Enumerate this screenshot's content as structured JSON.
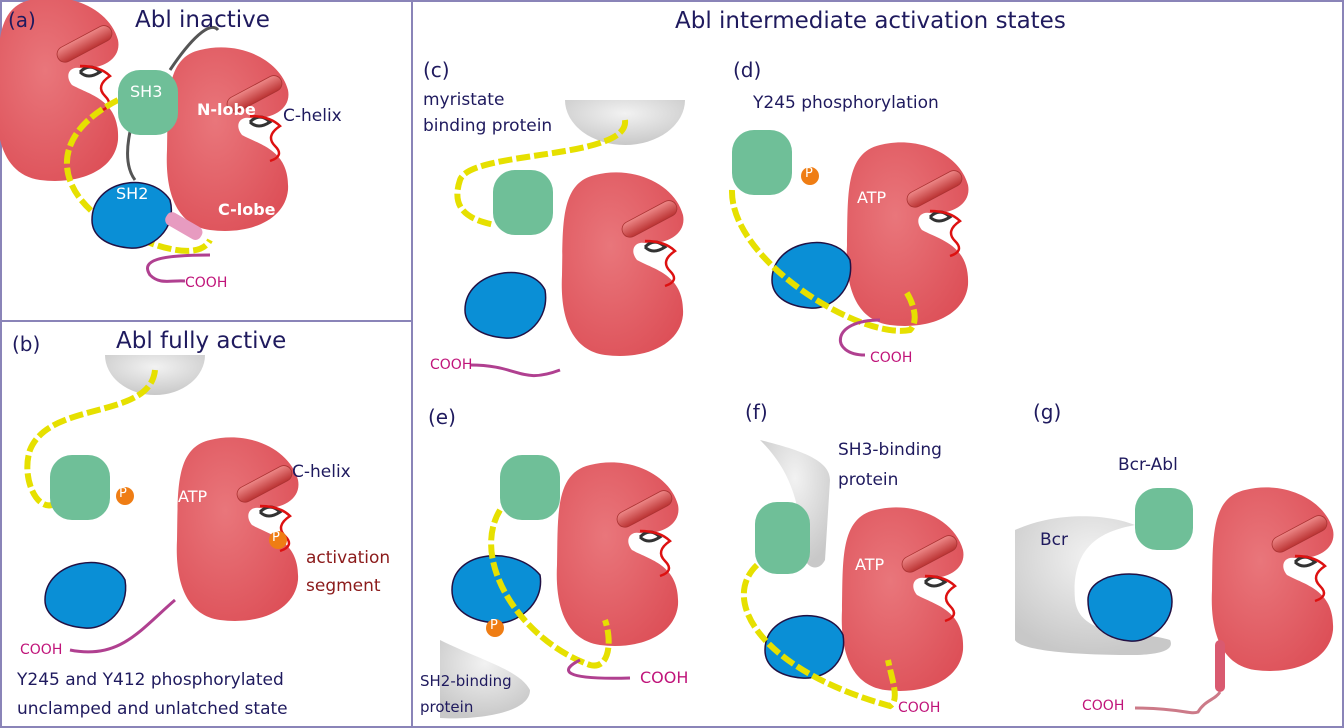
{
  "panels": {
    "a": {
      "letter": "(a)",
      "title": "Abl inactive",
      "labels": {
        "sh3": "SH3",
        "sh2": "SH2",
        "nlobe": "N-lobe",
        "clobe": "C-lobe",
        "chelix": "C-helix",
        "cooh": "COOH"
      }
    },
    "b": {
      "letter": "(b)",
      "title": "Abl fully active",
      "labels": {
        "atp": "ATP",
        "chelix": "C-helix",
        "activation1": "activation",
        "activation2": "segment",
        "p": "P",
        "p2": "P",
        "cooh": "COOH"
      },
      "caption1": "Y245 and Y412 phosphorylated",
      "caption2": "unclamped and unlatched state"
    },
    "intermediate_title": "Abl intermediate activation states",
    "c": {
      "letter": "(c)",
      "desc1": "myristate",
      "desc2": "binding protein",
      "cooh": "COOH"
    },
    "d": {
      "letter": "(d)",
      "desc": "Y245 phosphorylation",
      "atp": "ATP",
      "p": "P",
      "cooh": "COOH"
    },
    "e": {
      "letter": "(e)",
      "desc1": "SH2-binding",
      "desc2": "protein",
      "p": "P",
      "cooh": "COOH"
    },
    "f": {
      "letter": "(f)",
      "desc1": "SH3-binding",
      "desc2": "protein",
      "atp": "ATP",
      "cooh": "COOH"
    },
    "g": {
      "letter": "(g)",
      "desc": "Bcr-Abl",
      "bcr": "Bcr",
      "cooh": "COOH"
    }
  },
  "colors": {
    "kinase": "#e3646a",
    "sh3": "#6fbf98",
    "sh2": "#0a8fd6",
    "myristoyl": "#e6e000",
    "linker": "#555555",
    "phospho": "#ef7d14",
    "border": "#8a84b8",
    "text": "#1f1a5e"
  }
}
